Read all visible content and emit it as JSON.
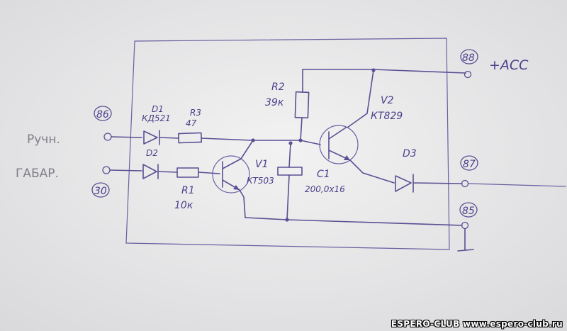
{
  "paper_color": "#ececec",
  "ink_color": "#5b4f93",
  "watermark": "ESPERO-CLUB www.espero-club.ru",
  "terminals": {
    "t88": "88",
    "t86": "86",
    "t30": "30",
    "t87": "87",
    "t85": "85",
    "acc": "+ACC"
  },
  "inputs": {
    "handbrake": "Ручн.",
    "parking": "ГАБАР."
  },
  "components": {
    "d1": {
      "ref": "D1",
      "part": "КД521"
    },
    "d2": {
      "ref": "D2"
    },
    "d3": {
      "ref": "D3"
    },
    "r1": {
      "ref": "R1",
      "value": "10к"
    },
    "r2": {
      "ref": "R2",
      "value": "39к"
    },
    "r3": {
      "ref": "R3",
      "value": "47"
    },
    "v1": {
      "ref": "V1",
      "part": "КТ503"
    },
    "v2": {
      "ref": "V2",
      "part": "КТ829"
    },
    "c1": {
      "ref": "C1",
      "value": "200,0х16"
    }
  }
}
